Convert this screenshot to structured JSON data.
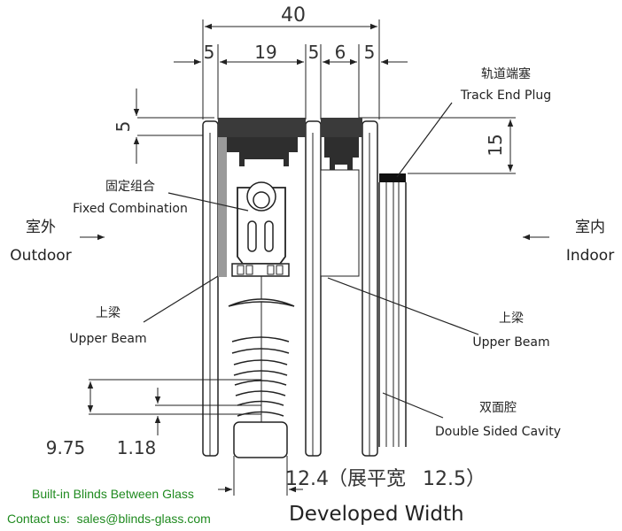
{
  "dimensions": {
    "total_width": "40",
    "seg_glass_left": "5",
    "seg_cavity_left": "19",
    "seg_glass_mid": "5",
    "seg_cavity_right": "6",
    "seg_glass_right": "5",
    "top_gap": "5",
    "right_height": "15",
    "bottom_left": "9.75",
    "bottom_left_inner": "1.18",
    "slat_width": "12.4",
    "developed_width_zh": "（展平宽",
    "developed_width_value": "12.5",
    "developed_width_close": "）"
  },
  "labels": {
    "track_end_plug_zh": "轨道端塞",
    "track_end_plug_en": "Track End Plug",
    "fixed_combination_zh": "固定组合",
    "fixed_combination_en": "Fixed Combination",
    "outdoor_zh": "室外",
    "outdoor_en": "Outdoor",
    "indoor_zh": "室内",
    "indoor_en": "Indoor",
    "upper_beam_left_zh": "上梁",
    "upper_beam_left_en": "Upper Beam",
    "upper_beam_right_zh": "上梁",
    "upper_beam_right_en": "Upper Beam",
    "double_sided_cavity_zh": "双面腔",
    "double_sided_cavity_en": "Double Sided Cavity",
    "developed_width_en": "Developed Width"
  },
  "footer": {
    "brand_line": "Built-in Blinds Between Glass",
    "contact_label": "Contact us:",
    "contact_email": "sales@blinds-glass.com"
  },
  "colors": {
    "line": "#222222",
    "dark_fill": "#3a3a3a",
    "grey_fill": "#9a9a9a",
    "footer_text": "#1f8a1f"
  }
}
